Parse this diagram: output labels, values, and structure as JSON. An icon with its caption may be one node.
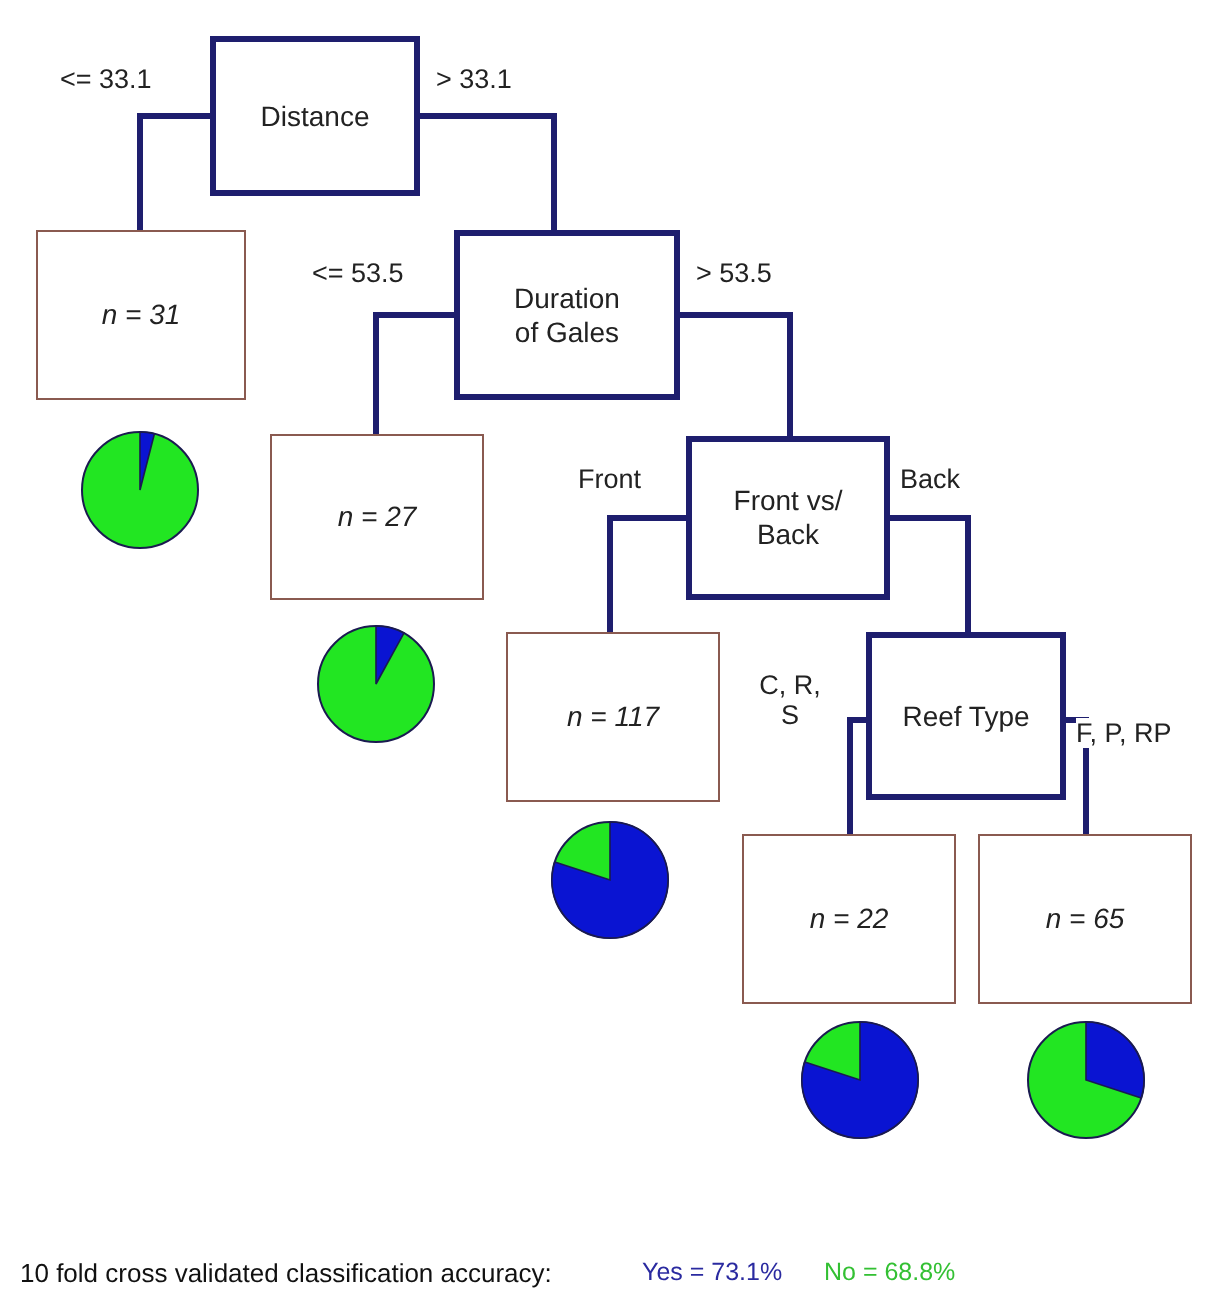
{
  "diagram": {
    "nodes": [
      {
        "text": [
          "Distance"
        ]
      },
      {
        "text": [
          "n = 31"
        ]
      },
      {
        "text": [
          "Duration of Gales"
        ]
      },
      {
        "text": [
          "n = 27"
        ]
      },
      {
        "text": [
          "Front vs/ Back"
        ]
      },
      {
        "text": [
          "n = 117"
        ]
      },
      {
        "text": [
          "Reef Type"
        ]
      },
      {
        "text": [
          "n = 22"
        ]
      },
      {
        "text": [
          "n = 65"
        ]
      }
    ],
    "edges": [
      {
        "from": 0,
        "to": 1,
        "arrow": "none",
        "label": "<= 33.1"
      },
      {
        "from": 0,
        "to": 2,
        "arrow": "none",
        "label": "> 33.1"
      },
      {
        "from": 2,
        "to": 3,
        "arrow": "none",
        "label": "<= 53.5"
      },
      {
        "from": 2,
        "to": 4,
        "arrow": "none",
        "label": "> 53.5"
      },
      {
        "from": 4,
        "to": 5,
        "arrow": "none",
        "label": "Front"
      },
      {
        "from": 4,
        "to": 6,
        "arrow": "none",
        "label": "Back"
      },
      {
        "from": 6,
        "to": 7,
        "arrow": "none",
        "label": "C, R, S"
      },
      {
        "from": 6,
        "to": 8,
        "arrow": "none",
        "label": "F, P, RP"
      }
    ],
    "labels": [
      "10 fold cross validated classification accuracy:",
      "Yes = 73.1%",
      "No = 68.8%"
    ]
  }
}
